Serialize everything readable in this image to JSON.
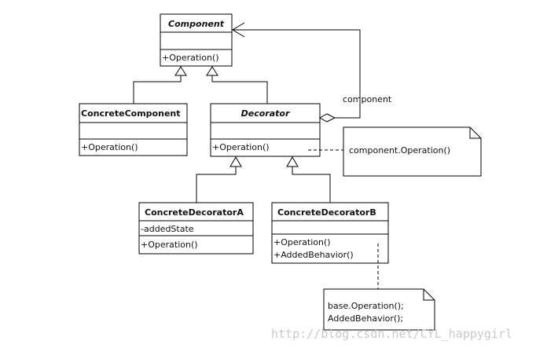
{
  "classes": {
    "component": {
      "name": "Component",
      "operation": "+Operation()"
    },
    "concrete_component": {
      "name": "ConcreteComponent",
      "operation": "+Operation()"
    },
    "decorator": {
      "name": "Decorator",
      "operation": "+Operation()"
    },
    "concrete_decorator_a": {
      "name": "ConcreteDecoratorA",
      "attribute": "-addedState",
      "operation": "+Operation()"
    },
    "concrete_decorator_b": {
      "name": "ConcreteDecoratorB",
      "operation": "+Operation()",
      "added_behavior": "+AddedBehavior()"
    }
  },
  "association_label": "component",
  "notes": {
    "decorator_note": "component.Operation()",
    "decorator_b_note": [
      "base.Operation();",
      "AddedBehavior();"
    ]
  },
  "watermark": "http://blog.csdn.net/CYL_happygirl"
}
